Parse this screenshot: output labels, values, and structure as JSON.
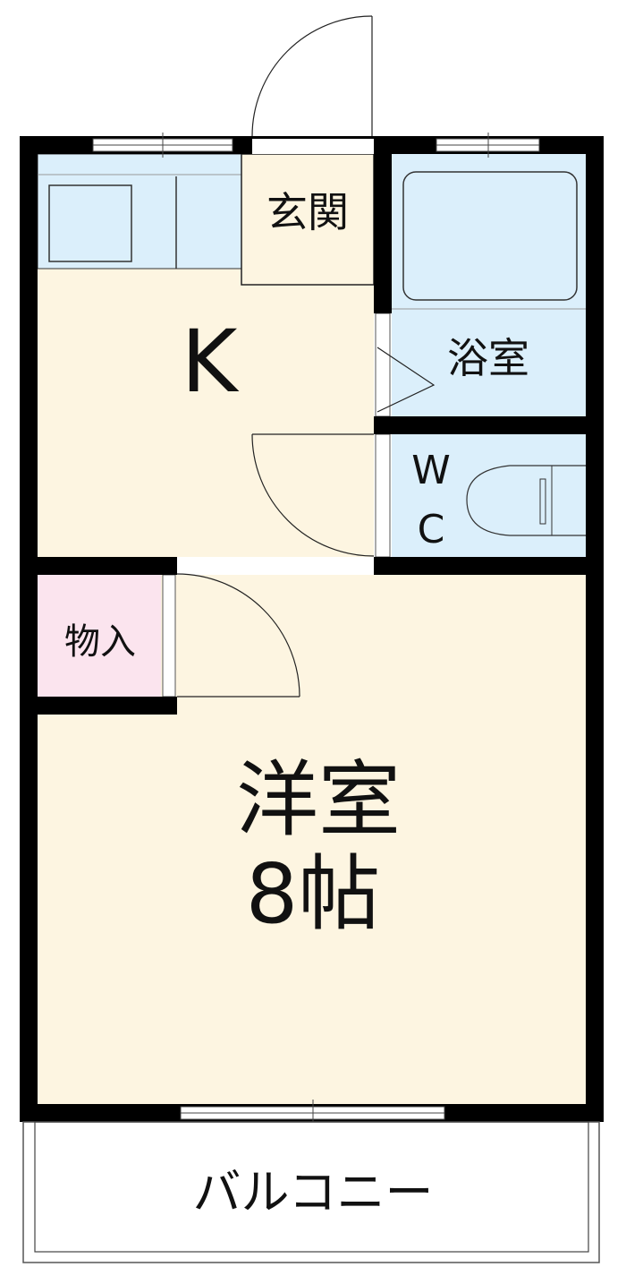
{
  "rooms": {
    "entrance": "玄関",
    "kitchen": "K",
    "bath": "浴室",
    "wc_w": "W",
    "wc_c": "C",
    "storage": "物入",
    "western_room": "洋室",
    "western_room_size": "8帖",
    "balcony": "バルコニー"
  },
  "colors": {
    "wall": "#000000",
    "floor": "#fdf5e1",
    "wet_area": "#dbeffb",
    "storage": "#fbe4ee"
  }
}
